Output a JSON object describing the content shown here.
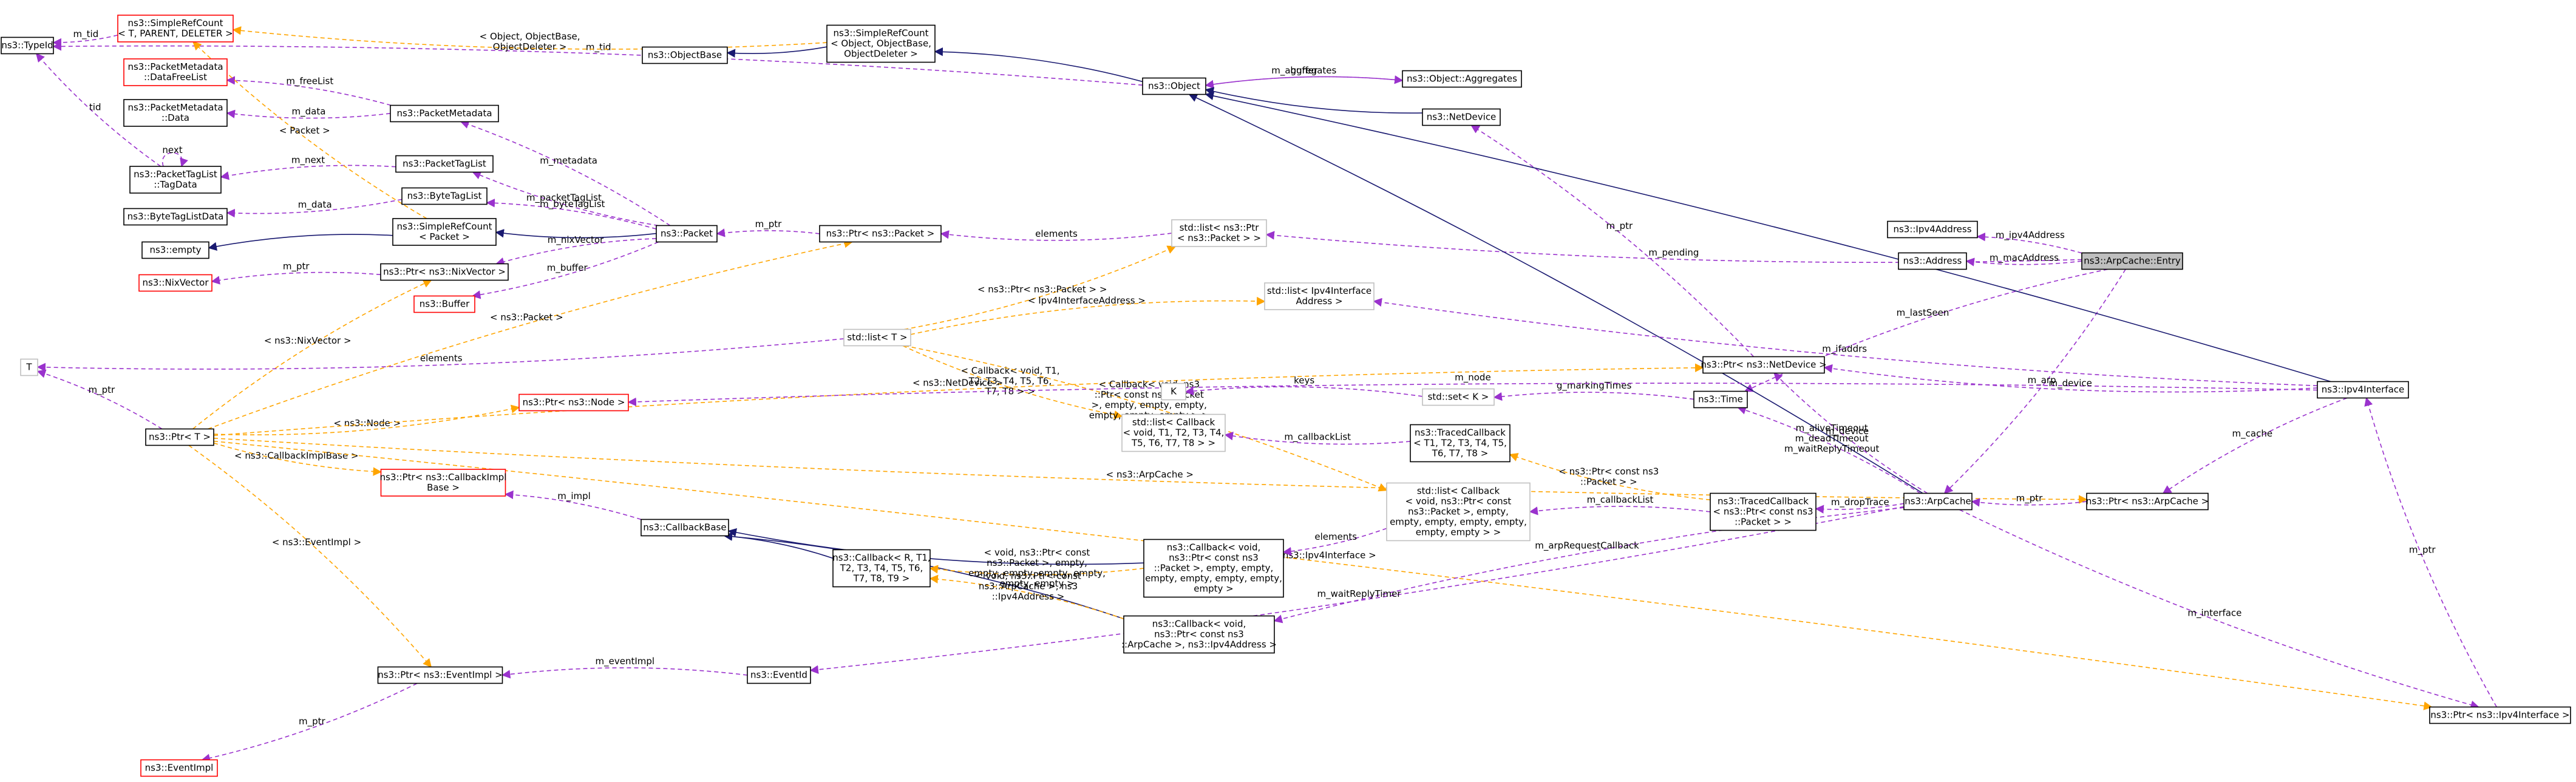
{
  "diagram": {
    "nodes": [
      {
        "id": "typeid",
        "lines": [
          "ns3::TypeId"
        ],
        "style": "black"
      },
      {
        "id": "simplerefcount_tpd",
        "lines": [
          "ns3::SimpleRefCount",
          "< T, PARENT, DELETER >"
        ],
        "style": "red"
      },
      {
        "id": "pm_datafreelist",
        "lines": [
          "ns3::PacketMetadata",
          "::DataFreeList"
        ],
        "style": "red"
      },
      {
        "id": "pm_data",
        "lines": [
          "ns3::PacketMetadata",
          "::Data"
        ],
        "style": "black"
      },
      {
        "id": "ptl_tagdata",
        "lines": [
          "ns3::PacketTagList",
          "::TagData"
        ],
        "style": "black"
      },
      {
        "id": "bytetaglistdata",
        "lines": [
          "ns3::ByteTagListData"
        ],
        "style": "black"
      },
      {
        "id": "empty",
        "lines": [
          "ns3::empty"
        ],
        "style": "black"
      },
      {
        "id": "nixvector",
        "lines": [
          "ns3::NixVector"
        ],
        "style": "red"
      },
      {
        "id": "T",
        "lines": [
          "T"
        ],
        "style": "gray"
      },
      {
        "id": "ptrT",
        "lines": [
          "ns3::Ptr< T >"
        ],
        "style": "black"
      },
      {
        "id": "packetmetadata",
        "lines": [
          "ns3::PacketMetadata"
        ],
        "style": "black"
      },
      {
        "id": "packettaglist",
        "lines": [
          "ns3::PacketTagList"
        ],
        "style": "black"
      },
      {
        "id": "bytetaglist",
        "lines": [
          "ns3::ByteTagList"
        ],
        "style": "black"
      },
      {
        "id": "simplerefcount_packet",
        "lines": [
          "ns3::SimpleRefCount",
          "< Packet >"
        ],
        "style": "black"
      },
      {
        "id": "ptr_nixvector",
        "lines": [
          "ns3::Ptr< ns3::NixVector >"
        ],
        "style": "black"
      },
      {
        "id": "buffer",
        "lines": [
          "ns3::Buffer"
        ],
        "style": "red"
      },
      {
        "id": "ptr_node",
        "lines": [
          "ns3::Ptr< ns3::Node >"
        ],
        "style": "red"
      },
      {
        "id": "ptr_callbackimplbase",
        "lines": [
          "ns3::Ptr< ns3::CallbackImpl",
          "Base >"
        ],
        "style": "red"
      },
      {
        "id": "ptr_eventimpl",
        "lines": [
          "ns3::Ptr< ns3::EventImpl >"
        ],
        "style": "black"
      },
      {
        "id": "eventimpl",
        "lines": [
          "ns3::EventImpl"
        ],
        "style": "red"
      },
      {
        "id": "objectbase",
        "lines": [
          "ns3::ObjectBase"
        ],
        "style": "black"
      },
      {
        "id": "simplerefcount_obj",
        "lines": [
          "ns3::SimpleRefCount",
          "< Object, ObjectBase,",
          "ObjectDeleter >"
        ],
        "style": "black"
      },
      {
        "id": "packet",
        "lines": [
          "ns3::Packet"
        ],
        "style": "black"
      },
      {
        "id": "ptr_packet",
        "lines": [
          "ns3::Ptr< ns3::Packet >"
        ],
        "style": "black"
      },
      {
        "id": "callbackbase",
        "lines": [
          "ns3::CallbackBase"
        ],
        "style": "black"
      },
      {
        "id": "callback_rt",
        "lines": [
          "ns3::Callback< R, T1,",
          "T2, T3, T4, T5, T6,",
          "T7, T8, T9 >"
        ],
        "style": "black"
      },
      {
        "id": "eventid",
        "lines": [
          "ns3::EventId"
        ],
        "style": "black"
      },
      {
        "id": "object",
        "lines": [
          "ns3::Object"
        ],
        "style": "black"
      },
      {
        "id": "object_aggregates",
        "lines": [
          "ns3::Object::Aggregates"
        ],
        "style": "black"
      },
      {
        "id": "netdevice",
        "lines": [
          "ns3::NetDevice"
        ],
        "style": "black"
      },
      {
        "id": "list_ptr_packet",
        "lines": [
          "std::list< ns3::Ptr",
          "< ns3::Packet > >"
        ],
        "style": "gray"
      },
      {
        "id": "list_ipv4if",
        "lines": [
          "std::list< Ipv4Interface",
          "Address >"
        ],
        "style": "gray"
      },
      {
        "id": "list_T",
        "lines": [
          "std::list< T >"
        ],
        "style": "gray"
      },
      {
        "id": "K",
        "lines": [
          "K"
        ],
        "style": "gray"
      },
      {
        "id": "list_callback_t",
        "lines": [
          "std::list< Callback",
          "< void, T1, T2, T3, T4,",
          "T5, T6, T7, T8 > >"
        ],
        "style": "gray"
      },
      {
        "id": "callback_void_packet",
        "lines": [
          "ns3::Callback< void,",
          "ns3::Ptr< const ns3",
          "::Packet >, empty, empty,",
          "empty, empty, empty, empty,",
          "empty >"
        ],
        "style": "black"
      },
      {
        "id": "callback_void_arpcache",
        "lines": [
          "ns3::Callback< void,",
          "ns3::Ptr< const ns3",
          "::ArpCache >, ns3::Ipv4Address >"
        ],
        "style": "black"
      },
      {
        "id": "set_K",
        "lines": [
          "std::set< K >"
        ],
        "style": "gray"
      },
      {
        "id": "tracedcallback_t",
        "lines": [
          "ns3::TracedCallback",
          "< T1, T2, T3, T4, T5,",
          "T6, T7, T8 >"
        ],
        "style": "black"
      },
      {
        "id": "list_callback_packet",
        "lines": [
          "std::list< Callback",
          "< void, ns3::Ptr< const",
          "ns3::Packet >, empty,",
          "empty, empty, empty, empty,",
          "empty, empty > >"
        ],
        "style": "gray"
      },
      {
        "id": "ptr_netdevice",
        "lines": [
          "ns3::Ptr< ns3::NetDevice >"
        ],
        "style": "black"
      },
      {
        "id": "time",
        "lines": [
          "ns3::Time"
        ],
        "style": "black"
      },
      {
        "id": "tracedcallback_packet",
        "lines": [
          "ns3::TracedCallback",
          "< ns3::Ptr< const ns3",
          "::Packet > >"
        ],
        "style": "black"
      },
      {
        "id": "ipv4address",
        "lines": [
          "ns3::Ipv4Address"
        ],
        "style": "black"
      },
      {
        "id": "address",
        "lines": [
          "ns3::Address"
        ],
        "style": "black"
      },
      {
        "id": "arpcache_entry",
        "lines": [
          "ns3::ArpCache::Entry"
        ],
        "style": "selected"
      },
      {
        "id": "arpcache",
        "lines": [
          "ns3::ArpCache"
        ],
        "style": "black"
      },
      {
        "id": "ptr_arpcache",
        "lines": [
          "ns3::Ptr< ns3::ArpCache >"
        ],
        "style": "black"
      },
      {
        "id": "ipv4interface",
        "lines": [
          "ns3::Ipv4Interface"
        ],
        "style": "black"
      },
      {
        "id": "ptr_ipv4interface",
        "lines": [
          "ns3::Ptr< ns3::Ipv4Interface >"
        ],
        "style": "black"
      }
    ],
    "edges": [
      {
        "from": "simplerefcount_tpd",
        "to": "typeid",
        "kind": "purple",
        "label": [
          "m_tid"
        ]
      },
      {
        "from": "object",
        "to": "typeid",
        "kind": "purple",
        "label": [
          "m_tid"
        ]
      },
      {
        "from": "simplerefcount_obj",
        "to": "simplerefcount_tpd",
        "kind": "orange",
        "label": [
          "< Object, ObjectBase,",
          "ObjectDeleter >"
        ]
      },
      {
        "from": "packetmetadata",
        "to": "pm_datafreelist",
        "kind": "purple",
        "label": [
          "m_freeList"
        ]
      },
      {
        "from": "packetmetadata",
        "to": "pm_data",
        "kind": "purple",
        "label": [
          "m_data"
        ]
      },
      {
        "from": "ptl_tagdata",
        "to": "ptl_tagdata",
        "kind": "purple",
        "label": [
          "next"
        ]
      },
      {
        "from": "ptl_tagdata",
        "to": "typeid",
        "kind": "purple",
        "label": [
          "tid"
        ]
      },
      {
        "from": "packettaglist",
        "to": "ptl_tagdata",
        "kind": "purple",
        "label": [
          "m_next"
        ]
      },
      {
        "from": "bytetaglist",
        "to": "bytetaglistdata",
        "kind": "purple",
        "label": [
          "m_data"
        ]
      },
      {
        "from": "simplerefcount_packet",
        "to": "empty",
        "kind": "navy",
        "label": []
      },
      {
        "from": "simplerefcount_packet",
        "to": "simplerefcount_tpd",
        "kind": "orange",
        "label": [
          "< Packet >"
        ]
      },
      {
        "from": "ptr_nixvector",
        "to": "nixvector",
        "kind": "purple",
        "label": [
          "m_ptr"
        ]
      },
      {
        "from": "ptrT",
        "to": "ptr_nixvector",
        "kind": "orange",
        "label": [
          "< ns3::NixVector >"
        ]
      },
      {
        "from": "packet",
        "to": "packetmetadata",
        "kind": "purple",
        "label": [
          "m_metadata"
        ]
      },
      {
        "from": "packet",
        "to": "packettaglist",
        "kind": "purple",
        "label": [
          "m_packetTagList"
        ]
      },
      {
        "from": "packet",
        "to": "bytetaglist",
        "kind": "purple",
        "label": [
          "m_byteTagList"
        ]
      },
      {
        "from": "packet",
        "to": "simplerefcount_packet",
        "kind": "navy",
        "label": []
      },
      {
        "from": "packet",
        "to": "ptr_nixvector",
        "kind": "purple",
        "label": [
          "m_nixVector"
        ]
      },
      {
        "from": "packet",
        "to": "buffer",
        "kind": "purple",
        "label": [
          "m_buffer"
        ]
      },
      {
        "from": "ptr_packet",
        "to": "packet",
        "kind": "purple",
        "label": [
          "m_ptr"
        ]
      },
      {
        "from": "ptrT",
        "to": "ptr_packet",
        "kind": "orange",
        "label": [
          "< ns3::Packet >"
        ]
      },
      {
        "from": "ptrT",
        "to": "T",
        "kind": "purple",
        "label": [
          "m_ptr"
        ]
      },
      {
        "from": "list_T",
        "to": "T",
        "kind": "purple",
        "label": [
          "elements"
        ]
      },
      {
        "from": "ptrT",
        "to": "ptr_node",
        "kind": "orange",
        "label": [
          "< ns3::Node >"
        ]
      },
      {
        "from": "ptrT",
        "to": "ptr_netdevice",
        "kind": "orange",
        "label": [
          "< ns3::NetDevice >"
        ]
      },
      {
        "from": "ptrT",
        "to": "ptr_callbackimplbase",
        "kind": "orange",
        "label": [
          "< ns3::CallbackImplBase >"
        ]
      },
      {
        "from": "ptrT",
        "to": "ptr_eventimpl",
        "kind": "orange",
        "label": [
          "< ns3::EventImpl >"
        ]
      },
      {
        "from": "ptrT",
        "to": "ptr_arpcache",
        "kind": "orange",
        "label": [
          "< ns3::ArpCache >"
        ]
      },
      {
        "from": "ptrT",
        "to": "ptr_ipv4interface",
        "kind": "orange",
        "label": [
          "< ns3::Ipv4Interface >"
        ]
      },
      {
        "from": "callbackbase",
        "to": "ptr_callbackimplbase",
        "kind": "purple",
        "label": [
          "m_impl"
        ]
      },
      {
        "from": "ptr_eventimpl",
        "to": "eventimpl",
        "kind": "purple",
        "label": [
          "m_ptr"
        ]
      },
      {
        "from": "eventid",
        "to": "ptr_eventimpl",
        "kind": "purple",
        "label": [
          "m_eventImpl"
        ]
      },
      {
        "from": "simplerefcount_obj",
        "to": "objectbase",
        "kind": "navy",
        "label": []
      },
      {
        "from": "object",
        "to": "simplerefcount_obj",
        "kind": "navy",
        "label": []
      },
      {
        "from": "object",
        "to": "object_aggregates",
        "kind": "purple",
        "label": [
          "m_aggregates"
        ]
      },
      {
        "from": "object_aggregates",
        "to": "object",
        "kind": "purple",
        "label": [
          "buffer"
        ]
      },
      {
        "from": "netdevice",
        "to": "object",
        "kind": "navy",
        "label": []
      },
      {
        "from": "ptr_netdevice",
        "to": "netdevice",
        "kind": "purple",
        "label": [
          "m_ptr"
        ]
      },
      {
        "from": "list_ptr_packet",
        "to": "ptr_packet",
        "kind": "purple",
        "label": [
          "elements"
        ]
      },
      {
        "from": "list_T",
        "to": "list_ptr_packet",
        "kind": "orange",
        "label": [
          "< ns3::Ptr< ns3::Packet > >"
        ]
      },
      {
        "from": "list_T",
        "to": "list_ipv4if",
        "kind": "orange",
        "label": [
          "< Ipv4InterfaceAddress >"
        ]
      },
      {
        "from": "list_T",
        "to": "list_callback_t",
        "kind": "orange",
        "label": [
          "< Callback< void, T1,",
          "T2, T3, T4, T5, T6,",
          "T7, T8 > >"
        ]
      },
      {
        "from": "list_T",
        "to": "list_callback_packet",
        "kind": "orange",
        "label": [
          "< Callback< void, ns3",
          "::Ptr< const ns3::Packet",
          ">, empty, empty, empty,",
          "empty, empty, empty > >"
        ]
      },
      {
        "from": "callback_rt",
        "to": "callbackbase",
        "kind": "navy",
        "label": []
      },
      {
        "from": "callback_void_packet",
        "to": "callbackbase",
        "kind": "navy",
        "label": []
      },
      {
        "from": "callback_void_arpcache",
        "to": "callbackbase",
        "kind": "navy",
        "label": []
      },
      {
        "from": "callback_void_packet",
        "to": "callback_rt",
        "kind": "orange",
        "label": [
          "< void, ns3::Ptr< const",
          "ns3::Packet >, empty,",
          "empty, empty, empty, empty,",
          "empty, empty >"
        ]
      },
      {
        "from": "callback_void_arpcache",
        "to": "callback_rt",
        "kind": "orange",
        "label": [
          "< void, ns3::Ptr< const",
          "ns3::ArpCache >, ns3",
          "::Ipv4Address >"
        ]
      },
      {
        "from": "list_callback_packet",
        "to": "callback_void_packet",
        "kind": "purple",
        "label": [
          "elements"
        ]
      },
      {
        "from": "set_K",
        "to": "K",
        "kind": "purple",
        "label": [
          "keys"
        ]
      },
      {
        "from": "tracedcallback_t",
        "to": "list_callback_t",
        "kind": "purple",
        "label": [
          "m_callbackList"
        ]
      },
      {
        "from": "tracedcallback_packet",
        "to": "list_callback_packet",
        "kind": "purple",
        "label": [
          "m_callbackList"
        ]
      },
      {
        "from": "tracedcallback_packet",
        "to": "tracedcallback_t",
        "kind": "orange",
        "label": [
          "< ns3::Ptr< const ns3",
          "::Packet > >"
        ]
      },
      {
        "from": "time",
        "to": "set_K",
        "kind": "purple",
        "label": [
          "g_markingTimes"
        ]
      },
      {
        "from": "arpcache_entry",
        "to": "list_ptr_packet",
        "kind": "purple",
        "label": [
          "m_pending"
        ]
      },
      {
        "from": "arpcache_entry",
        "to": "ipv4address",
        "kind": "purple",
        "label": [
          "m_ipv4Address"
        ]
      },
      {
        "from": "arpcache_entry",
        "to": "address",
        "kind": "purple",
        "label": [
          "m_macAddress"
        ]
      },
      {
        "from": "arpcache_entry",
        "to": "time",
        "kind": "purple",
        "label": [
          "m_lastSeen"
        ]
      },
      {
        "from": "arpcache_entry",
        "to": "arpcache",
        "kind": "purple",
        "label": [
          "m_arp"
        ]
      },
      {
        "from": "arpcache",
        "to": "object",
        "kind": "navy",
        "label": []
      },
      {
        "from": "arpcache",
        "to": "ptr_netdevice",
        "kind": "purple",
        "label": [
          "m_device"
        ]
      },
      {
        "from": "arpcache",
        "to": "time",
        "kind": "purple",
        "label": [
          "m_aliveTimeout",
          "m_deadTimeout",
          "m_waitReplyTimeout"
        ]
      },
      {
        "from": "arpcache",
        "to": "tracedcallback_packet",
        "kind": "purple",
        "label": [
          "m_dropTrace"
        ]
      },
      {
        "from": "arpcache",
        "to": "callback_void_arpcache",
        "kind": "purple",
        "label": [
          "m_arpRequestCallback"
        ]
      },
      {
        "from": "arpcache",
        "to": "eventid",
        "kind": "purple",
        "label": [
          "m_waitReplyTimer"
        ]
      },
      {
        "from": "arpcache",
        "to": "ptr_ipv4interface",
        "kind": "purple",
        "label": [
          "m_interface"
        ]
      },
      {
        "from": "ptr_arpcache",
        "to": "arpcache",
        "kind": "purple",
        "label": [
          "m_ptr"
        ]
      },
      {
        "from": "ipv4interface",
        "to": "object",
        "kind": "navy",
        "label": []
      },
      {
        "from": "ipv4interface",
        "to": "list_ipv4if",
        "kind": "purple",
        "label": [
          "m_ifaddrs"
        ]
      },
      {
        "from": "ipv4interface",
        "to": "ptr_node",
        "kind": "purple",
        "label": [
          "m_node"
        ]
      },
      {
        "from": "ipv4interface",
        "to": "ptr_netdevice",
        "kind": "purple",
        "label": [
          "m_device"
        ]
      },
      {
        "from": "ipv4interface",
        "to": "ptr_arpcache",
        "kind": "purple",
        "label": [
          "m_cache"
        ]
      },
      {
        "from": "ptr_ipv4interface",
        "to": "ipv4interface",
        "kind": "purple",
        "label": [
          "m_ptr"
        ]
      }
    ]
  }
}
